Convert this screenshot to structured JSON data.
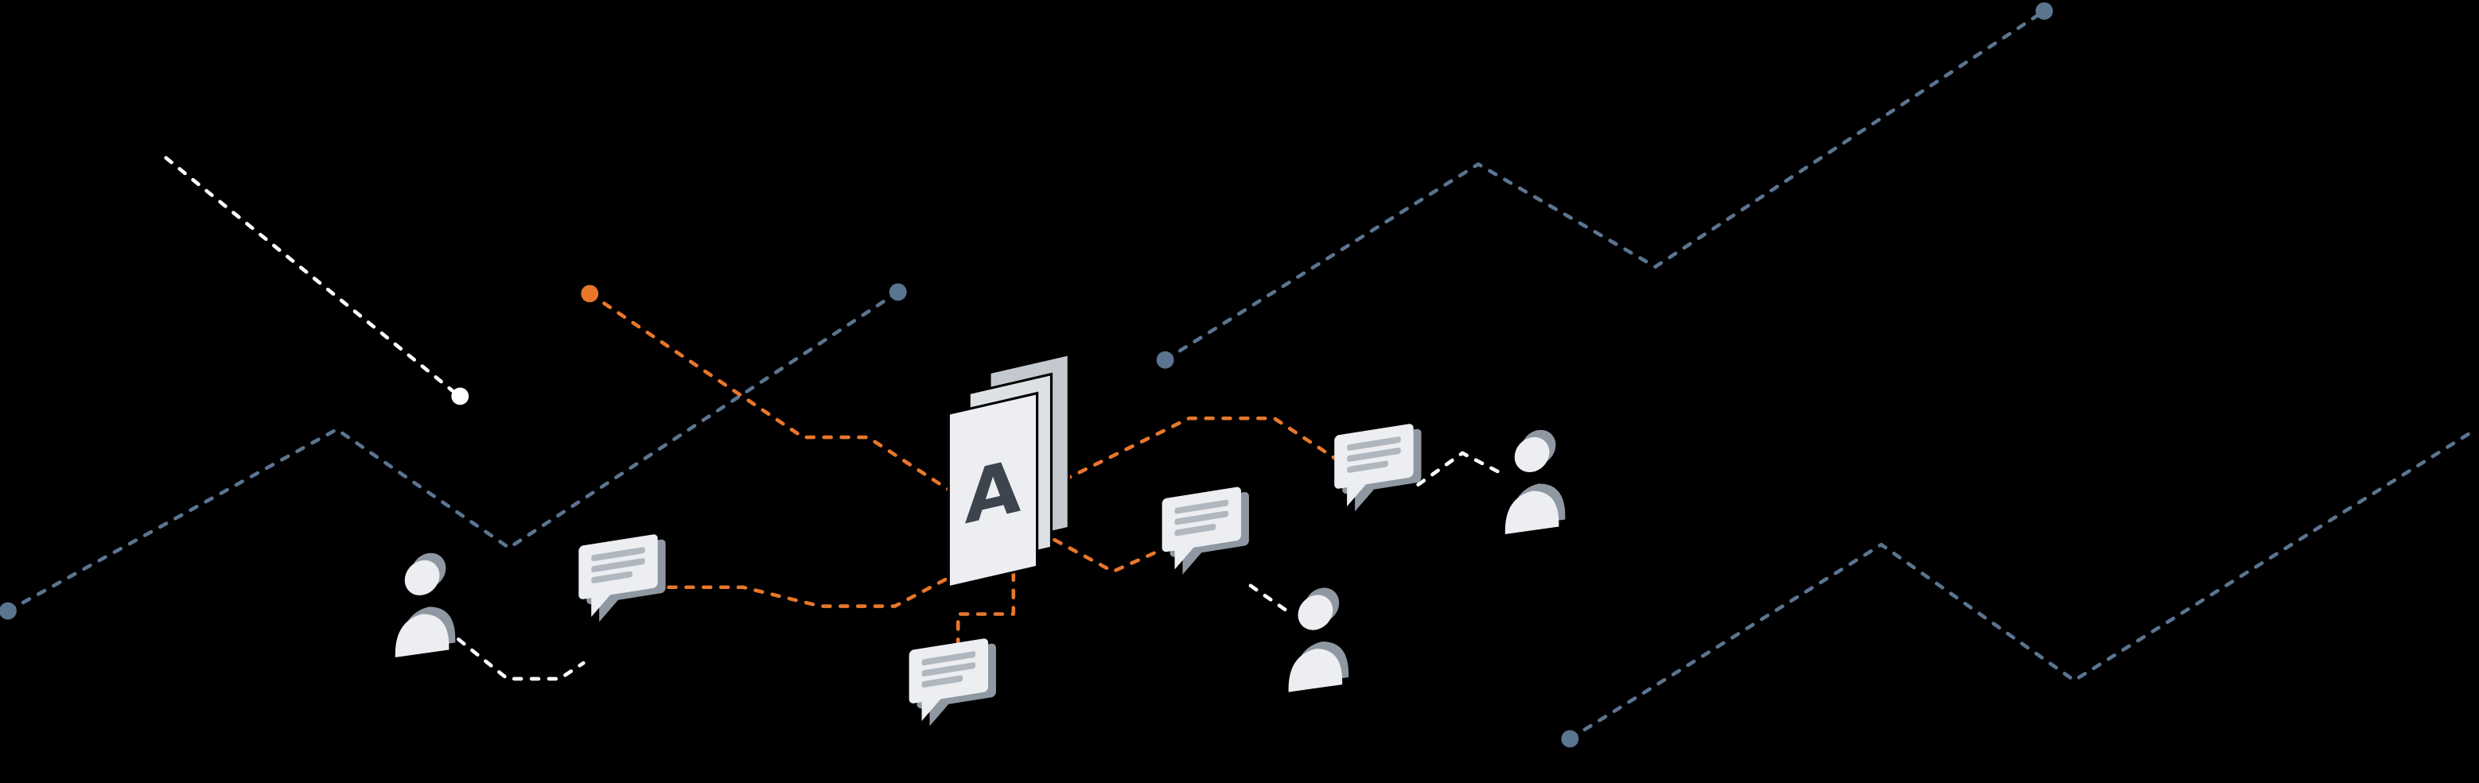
{
  "illustration": {
    "document_label": "A",
    "document_page_count": 3,
    "person_count": 3,
    "message_bubble_count": 4,
    "icons": [
      "document-stack-icon",
      "person-icon",
      "message-bubble-icon",
      "endpoint-dot"
    ]
  },
  "colors": {
    "background": "#000000",
    "white": "#ffffff",
    "orange": "#e8772c",
    "slate": "#5b7591",
    "icon_light": "#eceef1",
    "icon_lighter": "#dde1e5",
    "icon_mid": "#c3c9cf",
    "icon_dark": "#8f98a2",
    "icon_lines": "#b0b7be",
    "letter": "#3d444e"
  }
}
